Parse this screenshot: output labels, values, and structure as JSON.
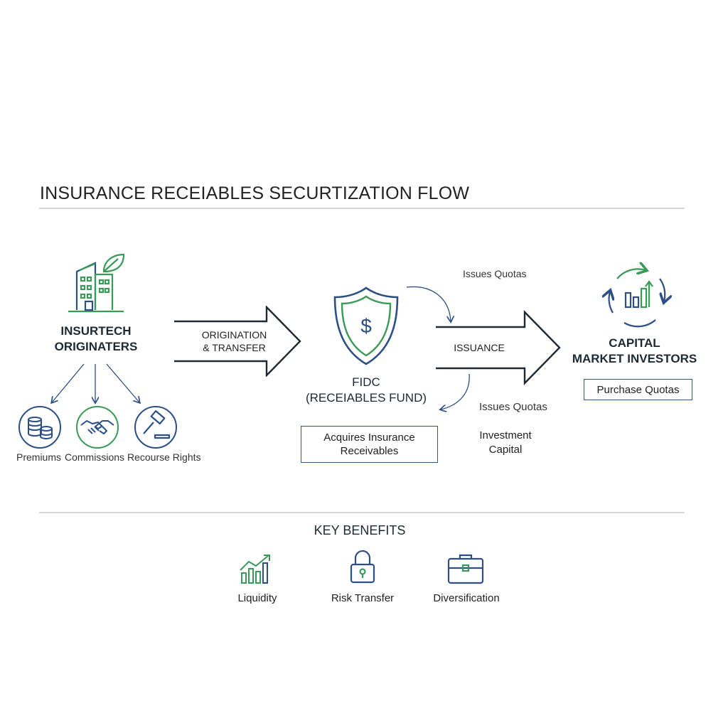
{
  "title": "INSURANCE RECEIABLES SECURTIZATION FLOW",
  "originators": {
    "label_line1": "INSURTECH",
    "label_line2": "ORIGINATERS",
    "icon": "building-leaf-icon",
    "sources": [
      {
        "label": "Premiums",
        "icon": "coins-icon"
      },
      {
        "label": "Commissions",
        "icon": "handshake-icon"
      },
      {
        "label": "Recourse Rights",
        "icon": "gavel-icon"
      }
    ]
  },
  "arrow_origination": {
    "line1": "ORIGINATION",
    "line2": "& TRANSFER"
  },
  "fund": {
    "icon": "shield-dollar-icon",
    "label_line1": "FIDC",
    "label_line2": "(RECEIABLES FUND)",
    "box_line1": "Acquires Insurance",
    "box_line2": "Receivables"
  },
  "issues_quotas_top": "Issues Quotas",
  "arrow_issuance": "ISSUANCE",
  "issues_quotas_bottom": "Issues Quotas",
  "investment_capital": {
    "line1": "Investment",
    "line2": "Capital"
  },
  "investors": {
    "icon": "cycle-chart-icon",
    "label_line1": "CAPITAL",
    "label_line2": "MARKET INVESTORS",
    "box": "Purchase Quotas"
  },
  "benefits": {
    "heading": "KEY BENEFITS",
    "items": [
      {
        "label": "Liquidity",
        "icon": "growth-chart-icon"
      },
      {
        "label": "Risk Transfer",
        "icon": "padlock-icon"
      },
      {
        "label": "Diversification",
        "icon": "briefcase-icon"
      }
    ]
  },
  "colors": {
    "navy": "#2b4f86",
    "green": "#3a9a57",
    "dark": "#1e2a33",
    "rule": "#d4d6d9"
  }
}
